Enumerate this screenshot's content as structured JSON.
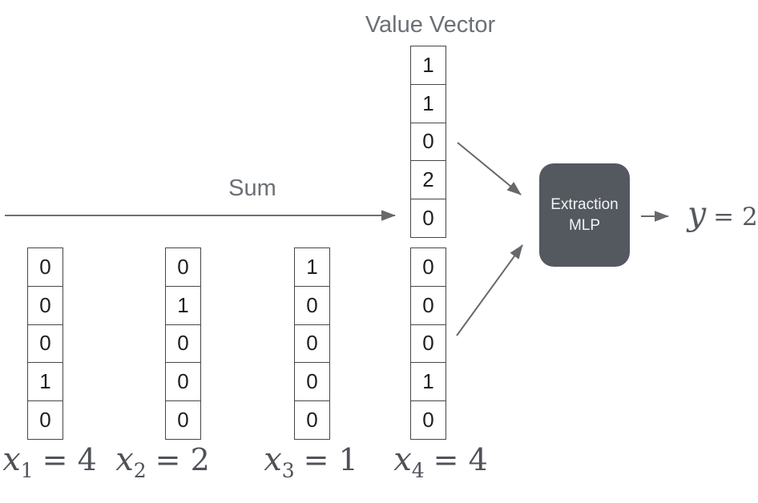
{
  "title": "Value Vector",
  "sum_label": "Sum",
  "value_vector": {
    "cells": [
      "1",
      "1",
      "0",
      "2",
      "0"
    ]
  },
  "input_vectors": [
    {
      "cells": [
        "0",
        "0",
        "0",
        "1",
        "0"
      ],
      "label": {
        "base": "x",
        "sub": "1",
        "rhs": "= 4"
      }
    },
    {
      "cells": [
        "0",
        "1",
        "0",
        "0",
        "0"
      ],
      "label": {
        "base": "x",
        "sub": "2",
        "rhs": "= 2"
      }
    },
    {
      "cells": [
        "1",
        "0",
        "0",
        "0",
        "0"
      ],
      "label": {
        "base": "x",
        "sub": "3",
        "rhs": "= 1"
      }
    },
    {
      "cells": [
        "0",
        "0",
        "0",
        "1",
        "0"
      ],
      "label": {
        "base": "x",
        "sub": "4",
        "rhs": "= 4"
      }
    }
  ],
  "mlp_box": {
    "line1": "Extraction",
    "line2": "MLP"
  },
  "output": {
    "base": "y",
    "rhs": "= 2"
  },
  "colors": {
    "mlp_box_bg": "#54585f",
    "mlp_box_text": "#f2f3f4",
    "heading_gray": "#6b7075",
    "label_gray": "#4f5359",
    "arrow_gray": "#66686c",
    "cell_border": "#44474b",
    "cell_text": "#1d1f21",
    "background": "#ffffff"
  }
}
